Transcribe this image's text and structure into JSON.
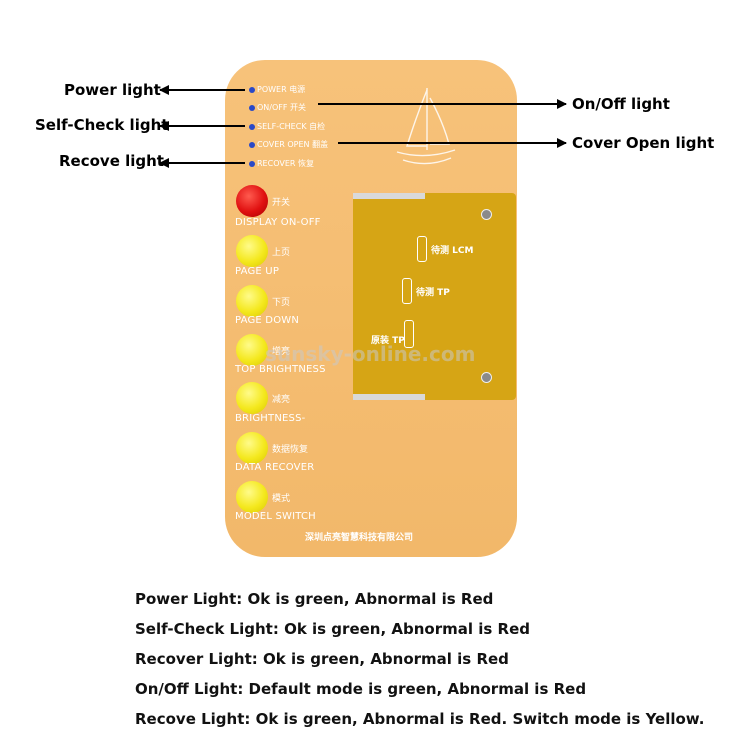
{
  "callouts": {
    "power": "Power light",
    "self_check": "Self-Check light",
    "recover": "Recove light",
    "on_off": "On/Off light",
    "cover_open": "Cover Open  light"
  },
  "indicators": [
    {
      "label": "POWER 电源"
    },
    {
      "label": "ON/OFF 开关"
    },
    {
      "label": "SELF-CHECK 自检"
    },
    {
      "label": "COVER OPEN 翻盖"
    },
    {
      "label": "RECOVER 恢复"
    }
  ],
  "buttons": [
    {
      "cn": "开关",
      "label": "DISPLAY ON-OFF",
      "color": "red"
    },
    {
      "cn": "上页",
      "label": "PAGE UP",
      "color": "yellow"
    },
    {
      "cn": "下页",
      "label": "PAGE  DOWN",
      "color": "yellow"
    },
    {
      "cn": "增亮",
      "label": "TOP BRIGHTNESS",
      "color": "yellow"
    },
    {
      "cn": "减亮",
      "label": "BRIGHTNESS-",
      "color": "yellow"
    },
    {
      "cn": "数据恢复",
      "label": "DATA RECOVER",
      "color": "yellow"
    },
    {
      "cn": "模式",
      "label": "MODEL SWITCH",
      "color": "yellow"
    }
  ],
  "fpc": {
    "lcm": "待测 LCM",
    "tp": "待测 TP",
    "orig_tp": "原装 TP"
  },
  "company": "深圳点亮智慧科技有限公司",
  "watermark": "sunsky-online.com",
  "notes": [
    "Power Light:  Ok is green, Abnormal is Red",
    "Self-Check Light: Ok is green, Abnormal is Red",
    "Recover Light: Ok is green, Abnormal is Red",
    "On/Off Light: Default mode is green, Abnormal is Red",
    "Recove Light: Ok is green, Abnormal is Red. Switch mode is Yellow."
  ],
  "colors": {
    "board": "#f2b86a",
    "fpc": "#d6a515",
    "indicator": "#2a49c7"
  }
}
